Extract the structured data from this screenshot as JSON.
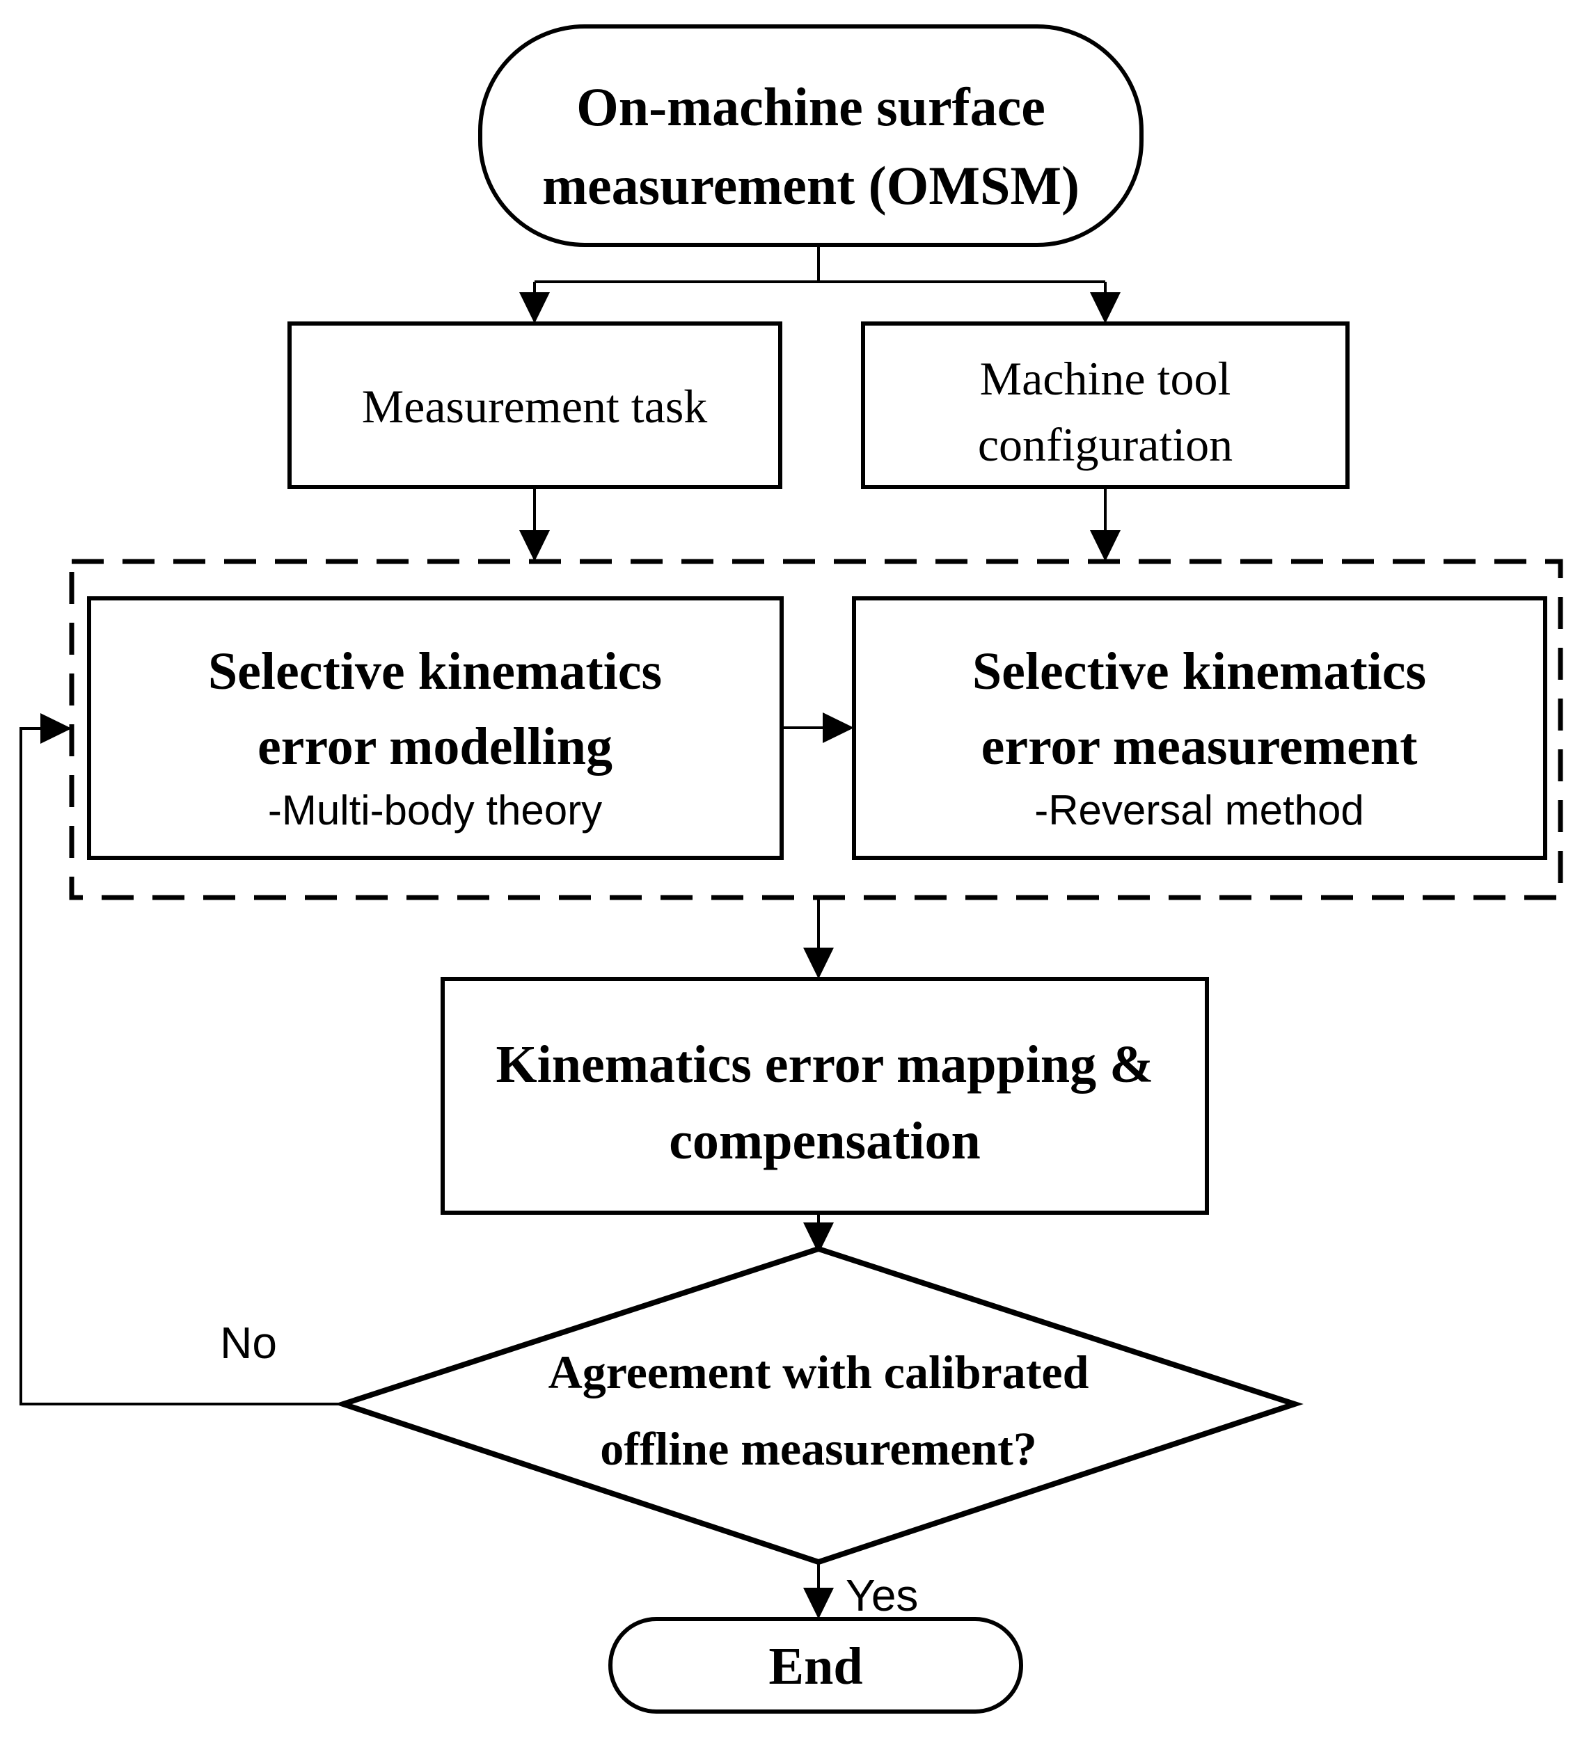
{
  "diagram": {
    "title": "On-machine surface measurement (OMSM) flowchart",
    "colors": {
      "stroke": "#000000",
      "background": "#ffffff"
    },
    "nodes": {
      "start": {
        "type": "terminator",
        "line1": "On-machine surface",
        "line2": "measurement (OMSM)"
      },
      "measurement_task": {
        "type": "process",
        "line1": "Measurement task"
      },
      "machine_tool": {
        "type": "process",
        "line1": "Machine tool",
        "line2": "configuration"
      },
      "error_modelling": {
        "type": "process",
        "line1": "Selective kinematics",
        "line2": "error modelling",
        "sub": "-Multi-body theory"
      },
      "error_measurement": {
        "type": "process",
        "line1": "Selective kinematics",
        "line2": "error measurement",
        "sub": "-Reversal method"
      },
      "mapping_compensation": {
        "type": "process",
        "line1": "Kinematics error mapping &",
        "line2": "compensation"
      },
      "decision": {
        "type": "decision",
        "line1": "Agreement with  calibrated",
        "line2": "offline measurement?"
      },
      "end": {
        "type": "terminator",
        "line1": "End"
      }
    },
    "edges": {
      "no_label": "No",
      "yes_label": "Yes"
    }
  }
}
